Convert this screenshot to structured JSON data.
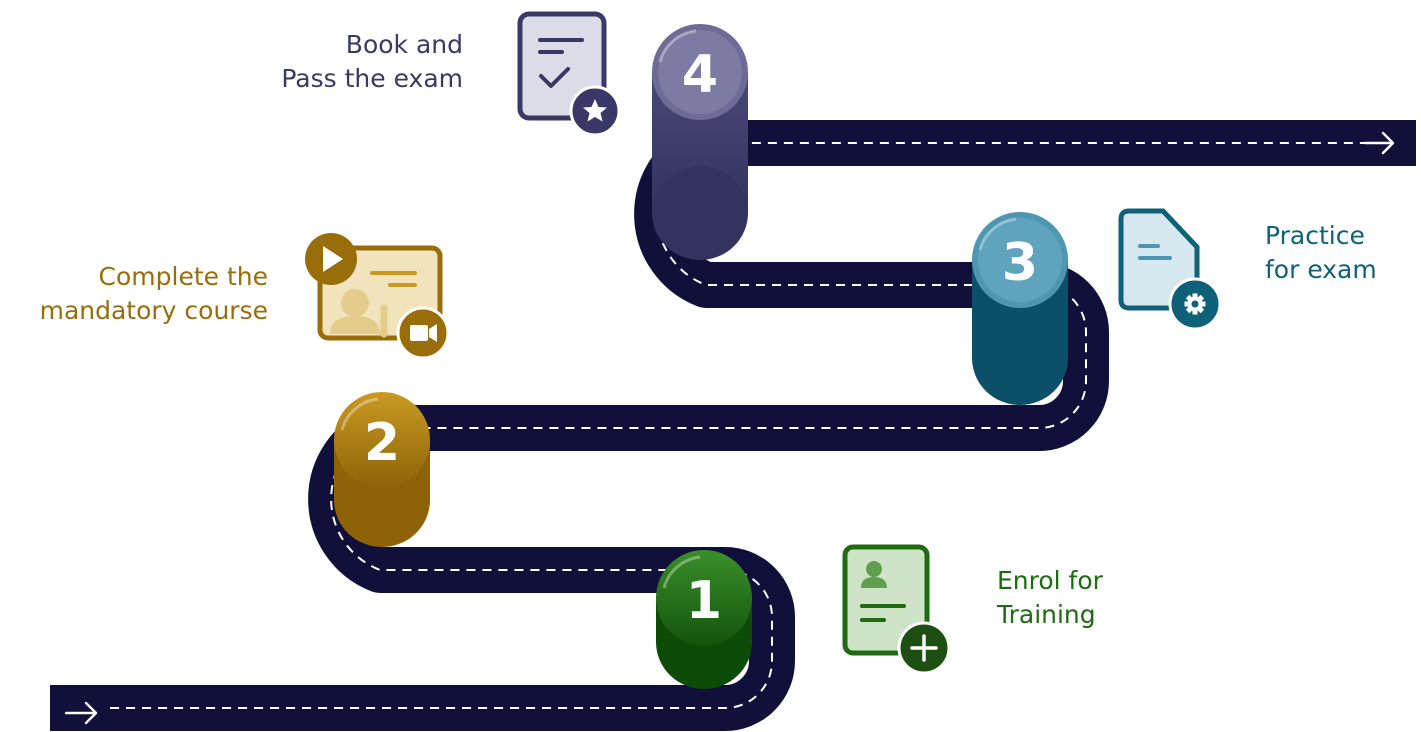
{
  "steps": [
    {
      "number": "1",
      "title_lines": [
        "Enrol for",
        "Training"
      ],
      "color": "#1e6b12",
      "icon": "id-document-add-icon"
    },
    {
      "number": "2",
      "title_lines": [
        "Complete the",
        "mandatory course"
      ],
      "color": "#9a6d0b",
      "icon": "video-course-icon"
    },
    {
      "number": "3",
      "title_lines": [
        "Practice",
        "for exam"
      ],
      "color": "#0e6178",
      "icon": "document-settings-icon"
    },
    {
      "number": "4",
      "title_lines": [
        "Book and",
        "Pass the exam"
      ],
      "color": "#3a3866",
      "icon": "checklist-star-icon"
    }
  ],
  "colors": {
    "road": "#11103b",
    "road_dash": "#ffffff",
    "step1": "#1e6b12",
    "step2": "#9a6d0b",
    "step3": "#0e6178",
    "step4": "#3a3866"
  }
}
